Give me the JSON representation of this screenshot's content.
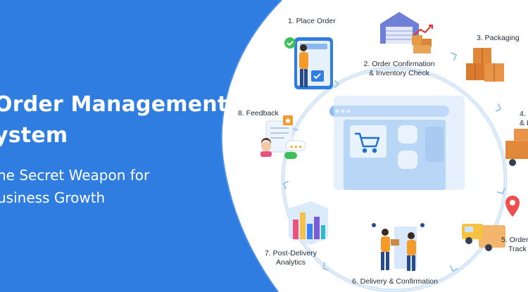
{
  "title": {
    "line1": "Order Management",
    "line2": "ystem"
  },
  "subtitle": {
    "line1": "he Secret Weapon for",
    "line2": "usiness Growth"
  },
  "steps": {
    "s1": "1. Place Order",
    "s2_line1": "2. Order Confirmation",
    "s2_line2": "& Inventory Check",
    "s3": "3. Packaging",
    "s4_line1": "4.",
    "s4_line2": "& L",
    "s5_line1": "5. Order",
    "s5_line2": "Track",
    "s6": "6. Delivery & Confirmation",
    "s7_line1": "7. Post-Delivery",
    "s7_line2": "Analytics",
    "s8": "8. Feedback"
  },
  "colors": {
    "brand_blue": "#2f7de1",
    "ring_blue": "#bcd8f5",
    "orange": "#f39a2b"
  }
}
